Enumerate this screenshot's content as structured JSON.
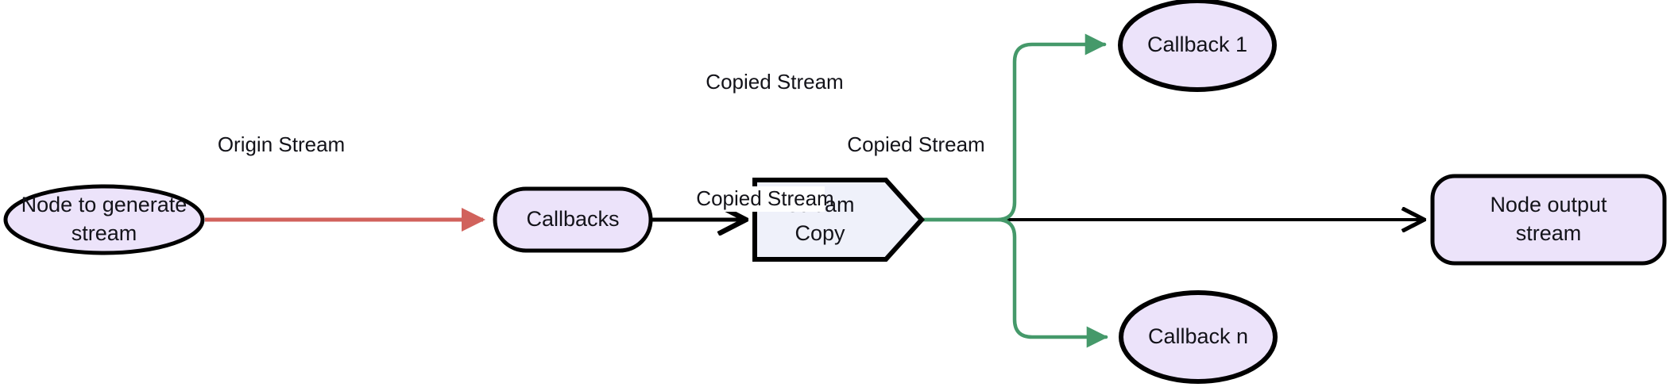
{
  "diagram": {
    "type": "flowchart",
    "direction": "left-to-right",
    "background_color": "#ffffff",
    "node_fill": "#ece3fa",
    "node_stroke": "#000000",
    "process_fill": "#eff1fa",
    "text_color": "#131319",
    "nodes": [
      {
        "id": "generator",
        "label": "Node to generate\nstream",
        "shape": "ellipse",
        "fill": "#ece3fa"
      },
      {
        "id": "callbacks",
        "label": "Callbacks",
        "shape": "stadium",
        "fill": "#ece3fa"
      },
      {
        "id": "streamcopy",
        "label": "Stream\nCopy",
        "shape": "pentagon",
        "fill": "#eff1fa"
      },
      {
        "id": "callback1",
        "label": "Callback 1",
        "shape": "ellipse",
        "fill": "#ece3fa"
      },
      {
        "id": "callbackn",
        "label": "Callback n",
        "shape": "ellipse",
        "fill": "#ece3fa"
      },
      {
        "id": "output",
        "label": "Node output\nstream",
        "shape": "stadium",
        "fill": "#ece3fa"
      }
    ],
    "edges": [
      {
        "id": "e1",
        "from": "generator",
        "to": "callbacks",
        "label": "Origin Stream",
        "color": "#d1625c"
      },
      {
        "id": "e2",
        "from": "callbacks",
        "to": "streamcopy",
        "label": "",
        "color": "#000000"
      },
      {
        "id": "e3",
        "from": "streamcopy",
        "to": "callback1",
        "label": "Copied Stream",
        "color": "#45996a"
      },
      {
        "id": "e4",
        "from": "streamcopy",
        "to": "output",
        "label": "Copied Stream",
        "color": "#000000"
      },
      {
        "id": "e5",
        "from": "streamcopy",
        "to": "callbackn",
        "label": "Copied Stream",
        "color": "#45996a"
      }
    ]
  }
}
